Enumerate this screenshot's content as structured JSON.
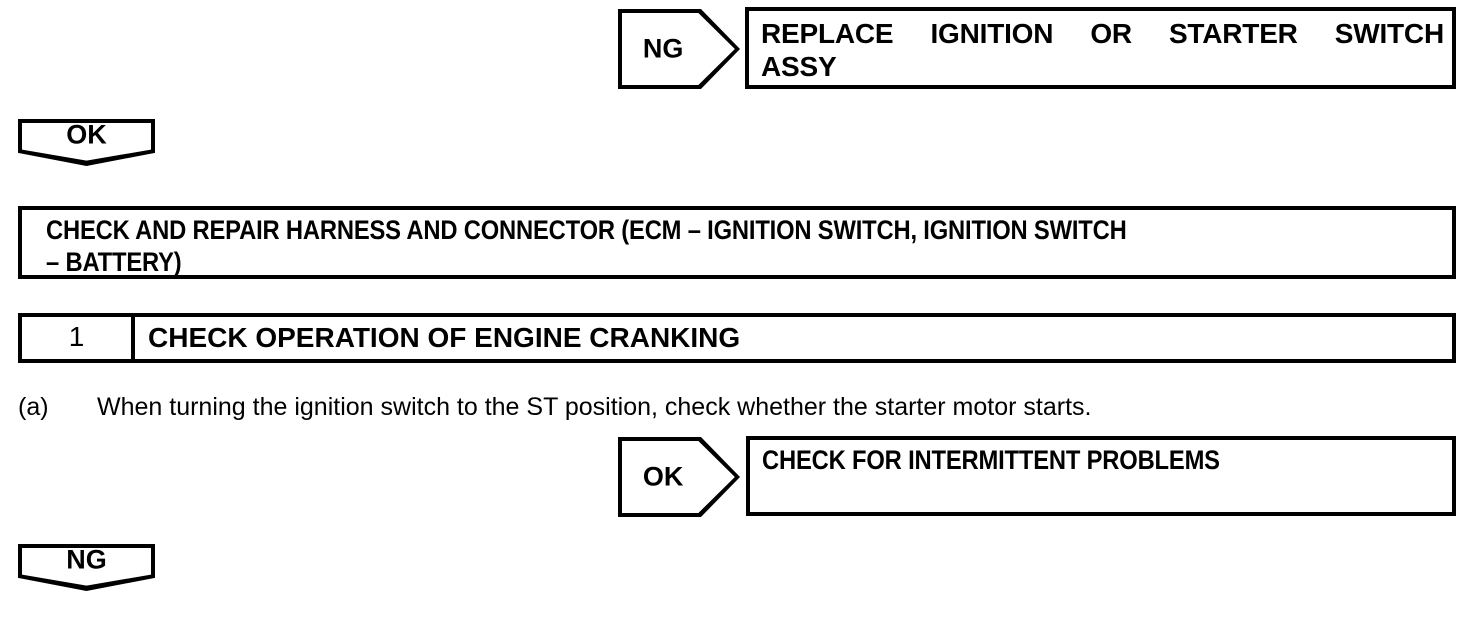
{
  "document": {
    "type": "troubleshooting-flowchart",
    "background_color": "#ffffff",
    "ink_color": "#000000"
  },
  "top_branch": {
    "badge_label": "NG",
    "badge_shape": "pentagon-right",
    "result_line1_words": [
      "REPLACE",
      "IGNITION",
      "OR",
      "STARTER",
      "SWITCH"
    ],
    "result_line2": "ASSY",
    "result_text": "REPLACE IGNITION OR STARTER SWITCH ASSY"
  },
  "ok_connector": {
    "badge_label": "OK",
    "badge_shape": "pentagon-down"
  },
  "harness_box": {
    "line1": "CHECK AND REPAIR HARNESS AND CONNECTOR (ECM – IGNITION SWITCH, IGNITION SWITCH",
    "line2": "– BATTERY)"
  },
  "step": {
    "number": "1",
    "title": "CHECK OPERATION OF ENGINE CRANKING",
    "instruction_marker": "(a)",
    "instruction_text": "When turning the ignition switch to the ST position, check whether the starter motor starts."
  },
  "bottom_branch": {
    "badge_label": "OK",
    "badge_shape": "pentagon-right",
    "result_text": "CHECK FOR INTERMITTENT PROBLEMS"
  },
  "ng_connector": {
    "badge_label": "NG",
    "badge_shape": "pentagon-down"
  }
}
